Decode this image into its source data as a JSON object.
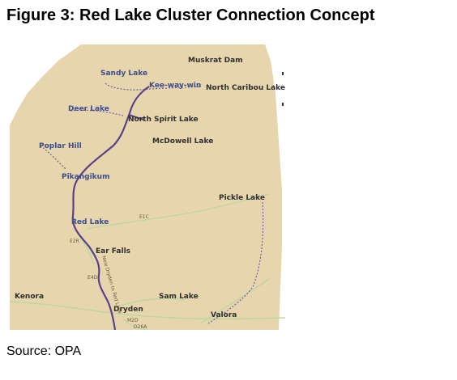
{
  "figure": {
    "title": "Figure 3: Red Lake Cluster Connection Concept",
    "source": "Source: OPA"
  },
  "map": {
    "colors": {
      "land": "#e7d6ad",
      "outside": "#ffffff",
      "proposed_line": "#5a3f8a",
      "existing_road": "#bcd6a5",
      "winter_road": "#6f5fa8",
      "border": "#a68f6c"
    },
    "places": {
      "muskrat_dam": "Muskrat Dam",
      "sandy_lake": "Sandy Lake",
      "kee_way_win": "Kee-way-win",
      "north_caribou_lake": "North Caribou Lake",
      "deer_lake": "Deer Lake",
      "north_spirit_lake": "North Spirit Lake",
      "mcdowell_lake": "McDowell Lake",
      "poplar_hill": "Poplar Hill",
      "pikangikum": "Pikangikum",
      "pickle_lake": "Pickle Lake",
      "red_lake": "Red Lake",
      "ear_falls": "Ear Falls",
      "kenora": "Kenora",
      "sam_lake": "Sam Lake",
      "dryden": "Dryden",
      "valora": "Valora"
    },
    "small_labels": {
      "e1c": "E1C",
      "e2r": "E2R",
      "e4d": "E4D",
      "m2d": "M2D",
      "d26a": "D26A",
      "line_name": "New Dryden to Red Lake"
    }
  }
}
